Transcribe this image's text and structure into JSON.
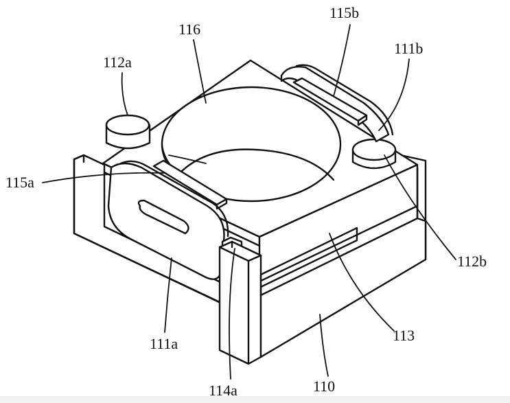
{
  "figure": {
    "labels": {
      "l116": "116",
      "l115b": "115b",
      "l112a": "112a",
      "l111b": "111b",
      "l115a": "115a",
      "l112b": "112b",
      "l113": "113",
      "l111a": "111a",
      "l110": "110",
      "l114a": "114a"
    }
  }
}
